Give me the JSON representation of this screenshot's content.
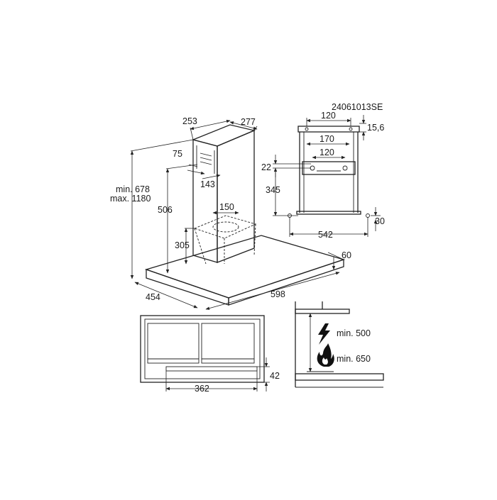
{
  "diagram": {
    "model_code": "24061013SE",
    "hood": {
      "chimney_width": "253",
      "chimney_depth": "277",
      "duct_offset": "75",
      "duct_side": "143",
      "outlet_diameter": "150",
      "height_min": "min. 678",
      "height_max": "max. 1180",
      "height_506": "506",
      "height_305": "305",
      "canopy_depth": "454",
      "canopy_width": "598",
      "canopy_edge": "60"
    },
    "bracket": {
      "top_width": "120",
      "top_offset": "15,6",
      "slot_outer": "170",
      "slot_inner": "120",
      "hole_offset": "22",
      "height": "345",
      "base_width": "542",
      "base_offset": "30"
    },
    "underside": {
      "filter_width": "362",
      "filter_height": "42"
    },
    "clearance": {
      "electric": "min. 500",
      "gas": "min. 650",
      "electric_icon": "lightning-icon",
      "gas_icon": "flame-icon"
    }
  }
}
